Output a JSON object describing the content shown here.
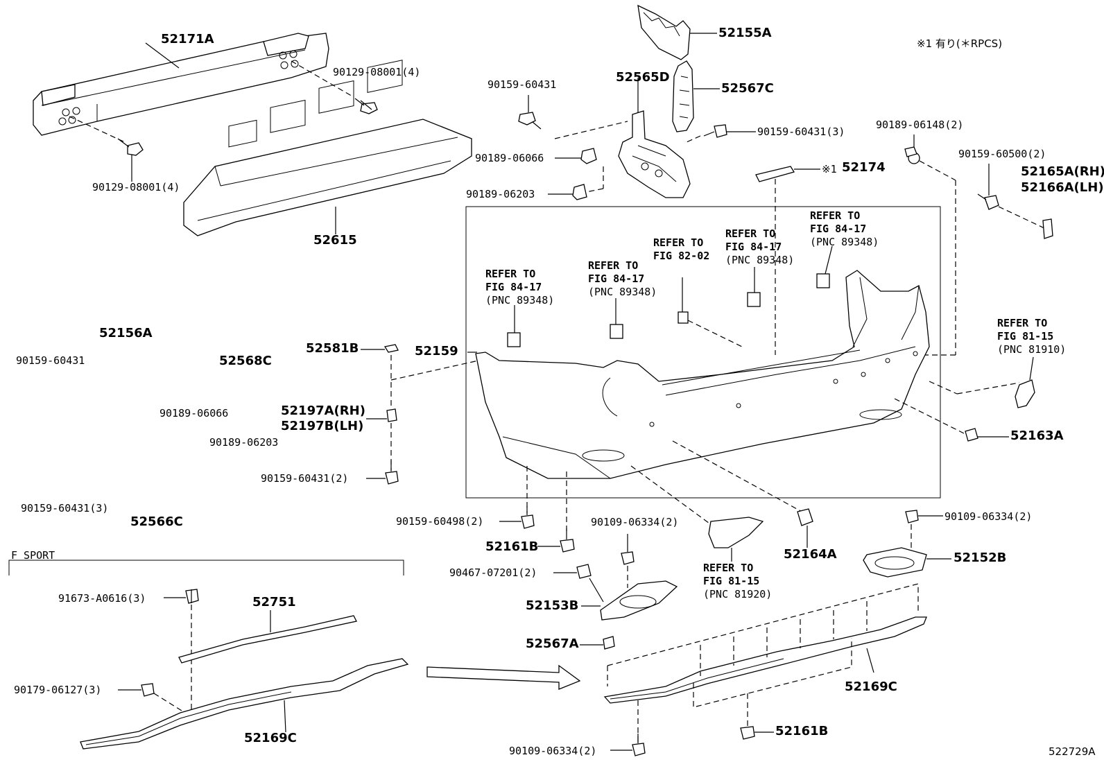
{
  "note": "※1 有り(＊RPCS)",
  "image_id": "522729A",
  "section_label": "F SPORT",
  "parts": {
    "p52171A": "52171A",
    "p90129_top": "90129-08001(4)",
    "p90129_bot": "90129-08001(4)",
    "p52615": "52615",
    "p52155A": "52155A",
    "p52567C": "52567C",
    "p52565D": "52565D",
    "p90159_60431_a": "90159-60431",
    "p90189_06066_a": "90189-06066",
    "p90189_06203_a": "90189-06203",
    "p90159_60431_3a": "90159-60431(3)",
    "p52174_mark": "※1",
    "p52174": "52174",
    "p90189_06148": "90189-06148(2)",
    "p90159_60500": "90159-60500(2)",
    "p52165A": "52165A(RH)",
    "p52166A": "52166A(LH)",
    "p52156A": "52156A",
    "p52568C": "52568C",
    "p90159_60431_b": "90159-60431",
    "p90189_06066_b": "90189-06066",
    "p90189_06203_b": "90189-06203",
    "p90159_60431_3b": "90159-60431(3)",
    "p52566C": "52566C",
    "p52581B": "52581B",
    "p52159": "52159",
    "p52197A": "52197A(RH)",
    "p52197B": "52197B(LH)",
    "p90159_60431_2": "90159-60431(2)",
    "p52163A": "52163A",
    "p90159_60498": "90159-60498(2)",
    "p52161B_a": "52161B",
    "p90109_06334_a": "90109-06334(2)",
    "p90467": "90467-07201(2)",
    "p52153B": "52153B",
    "p52164A": "52164A",
    "p90109_06334_b": "90109-06334(2)",
    "p52152B": "52152B",
    "p52567A": "52567A",
    "p52169C_a": "52169C",
    "p52161B_b": "52161B",
    "p90109_06334_c": "90109-06334(2)",
    "p91673": "91673-A0616(3)",
    "p52751": "52751",
    "p90179": "90179-06127(3)",
    "p52169C_b": "52169C"
  },
  "refs": {
    "r1": {
      "line1": "REFER TO",
      "line2": "FIG 84-17",
      "line3": "(PNC 89348)"
    },
    "r2": {
      "line1": "REFER TO",
      "line2": "FIG 84-17",
      "line3": "(PNC 89348)"
    },
    "r3": {
      "line1": "REFER TO",
      "line2": "FIG 82-02"
    },
    "r4": {
      "line1": "REFER TO",
      "line2": "FIG 84-17",
      "line3": "(PNC 89348)"
    },
    "r5": {
      "line1": "REFER TO",
      "line2": "FIG 84-17",
      "line3": "(PNC 89348)"
    },
    "r6": {
      "line1": "REFER TO",
      "line2": "FIG 81-15",
      "line3": "(PNC 81910)"
    },
    "r7": {
      "line1": "REFER TO",
      "line2": "FIG 81-15",
      "line3": "(PNC 81920)"
    }
  }
}
